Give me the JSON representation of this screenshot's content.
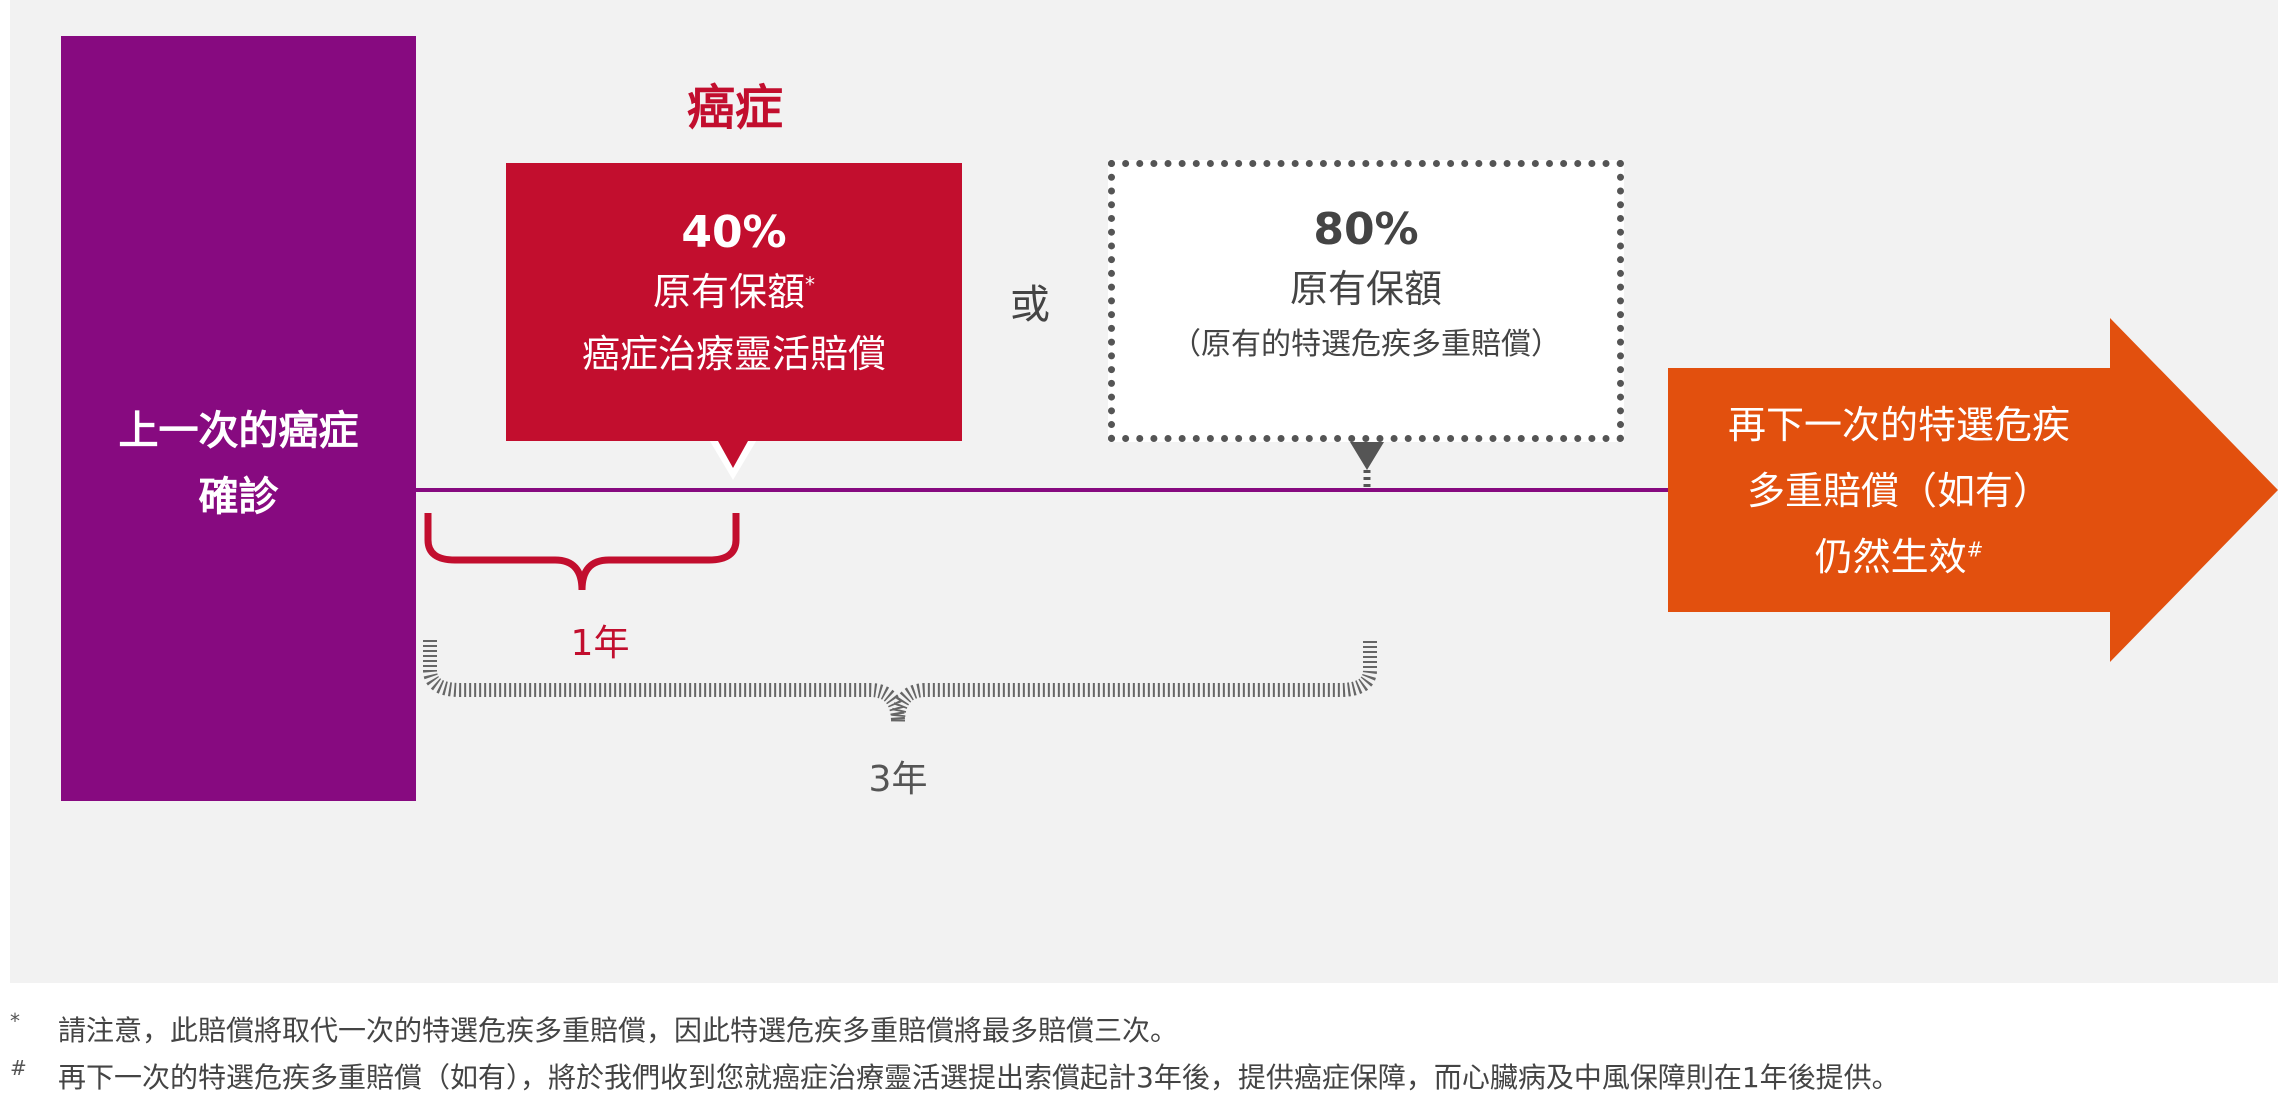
{
  "diagram": {
    "previous_diagnosis": {
      "line1": "上一次的癌症",
      "line2": "確診"
    },
    "cancer_heading": "癌症",
    "option_a": {
      "percent": "40%",
      "line1": "原有保額",
      "line1_mark": "*",
      "line2": "癌症治療靈活賠償"
    },
    "or_label": "或",
    "option_b": {
      "percent": "80%",
      "line1": "原有保額",
      "line2": "（原有的特選危疾多重賠償）"
    },
    "next_claim": {
      "line1": "再下一次的特選危疾",
      "line2": "多重賠償（如有）",
      "line3": "仍然生效",
      "line3_mark": "#"
    },
    "period_short": "1年",
    "period_long": "3年",
    "colors": {
      "purple": "#870a80",
      "red": "#c20e2e",
      "orange": "#e2500e",
      "panel": "#f2f2f2"
    }
  },
  "footnotes": [
    {
      "mark": "*",
      "text": "請注意，此賠償將取代一次的特選危疾多重賠償，因此特選危疾多重賠償將最多賠償三次。"
    },
    {
      "mark": "#",
      "text": "再下一次的特選危疾多重賠償（如有），將於我們收到您就癌症治療靈活選提出索償起計3年後，提供癌症保障，而心臟病及中風保障則在1年後提供。"
    }
  ]
}
